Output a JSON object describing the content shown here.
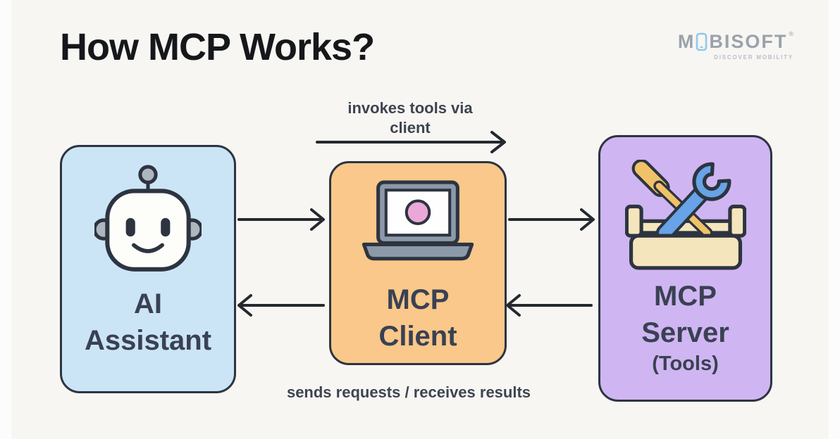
{
  "page": {
    "title": "How MCP Works?",
    "background_color": "#f7f6f3"
  },
  "logo": {
    "brand_prefix": "M",
    "brand_suffix": "BISOFT",
    "registered_mark": "®",
    "tagline": "DISCOVER MOBILITY",
    "text_color": "#9aa2ab",
    "phone_icon_color": "#92c8e9"
  },
  "captions": {
    "top_arrow_label_line1": "invokes tools via",
    "top_arrow_label_line2": "client",
    "bottom_caption": "sends requests / receives results"
  },
  "diagram": {
    "arrow_color": "#24292f",
    "node_border_color": "#2d3440",
    "nodes": [
      {
        "id": "ai-assistant",
        "title_line1": "AI",
        "title_line2": "Assistant",
        "subtitle": "",
        "icon": "robot-icon",
        "bg_color": "#cbe5f7"
      },
      {
        "id": "mcp-client",
        "title_line1": "MCP",
        "title_line2": "Client",
        "subtitle": "",
        "icon": "laptop-icon",
        "bg_color": "#f9c88a"
      },
      {
        "id": "mcp-server",
        "title_line1": "MCP",
        "title_line2": "Server",
        "subtitle": "(Tools)",
        "icon": "toolbox-icon",
        "bg_color": "#cfb6f2"
      }
    ],
    "edges": [
      {
        "from": "ai-assistant",
        "to": "mcp-server",
        "label": "invokes tools via client",
        "position": "top"
      },
      {
        "from": "ai-assistant",
        "to": "mcp-client",
        "direction": "forward"
      },
      {
        "from": "mcp-client",
        "to": "mcp-server",
        "direction": "forward"
      },
      {
        "from": "mcp-server",
        "to": "mcp-client",
        "direction": "back",
        "label": "sends requests / receives results"
      },
      {
        "from": "mcp-client",
        "to": "ai-assistant",
        "direction": "back",
        "label": "sends requests / receives results"
      }
    ],
    "icon_colors": {
      "robot_gray": "#aeb6c0",
      "laptop_gray": "#8b99a9",
      "screen_dot_pink": "#eaa8d8",
      "toolbox_cream": "#f5e5bd",
      "wrench_blue": "#67a3e6",
      "screwdriver_orange": "#f0c268"
    }
  }
}
